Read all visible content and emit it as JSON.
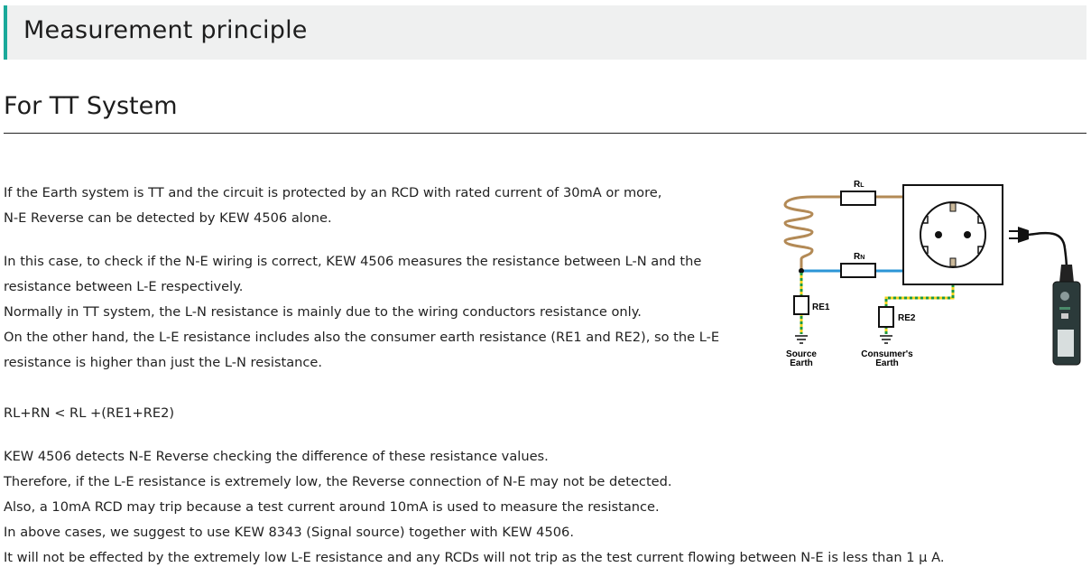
{
  "section_title": "Measurement principle",
  "subsection_title": "For TT System",
  "paragraphs": [
    [
      "If the Earth system is TT and the circuit is protected by an RCD with rated current of 30mA or more,",
      "N-E Reverse can be detected by KEW 4506 alone."
    ],
    [
      "In this case, to check if the N-E wiring is correct, KEW 4506 measures the resistance between L-N and the",
      "resistance between L-E respectively.",
      "Normally in TT system, the L-N resistance is mainly due to the wiring conductors resistance only.",
      "On the other hand, the L-E resistance includes also the consumer earth resistance (RE1 and RE2), so the L-E",
      "resistance is higher than just the L-N resistance."
    ],
    [
      "RL+RN < RL +(RE1+RE2)"
    ],
    [
      "KEW 4506 detects N-E Reverse checking the difference of these resistance values.",
      "Therefore, if the L-E resistance is extremely low, the Reverse connection of N-E may not be detected.",
      "Also, a 10mA RCD may trip because a test current around 10mA is used to measure the resistance.",
      "In above cases, we suggest to use KEW 8343 (Signal source) together with KEW 4506.",
      "It will not be effected by the extremely low L-E resistance and any RCDs will not trip as the test current flowing between N-E is less than 1 μ A."
    ]
  ],
  "diagram": {
    "rl_label": "R",
    "rl_sub": "L",
    "rn_label": "R",
    "rn_sub": "N",
    "re1_label": "RE1",
    "re2_label": "RE2",
    "source_earth": [
      "Source",
      "Earth"
    ],
    "consumer_earth": [
      "Consumer's",
      "Earth"
    ],
    "colors": {
      "line": "#b38a56",
      "neutral": "#2b95d6",
      "earth_yellow": "#f2d21b",
      "earth_green": "#1f9a3c",
      "accent": "#1aa99a"
    }
  }
}
